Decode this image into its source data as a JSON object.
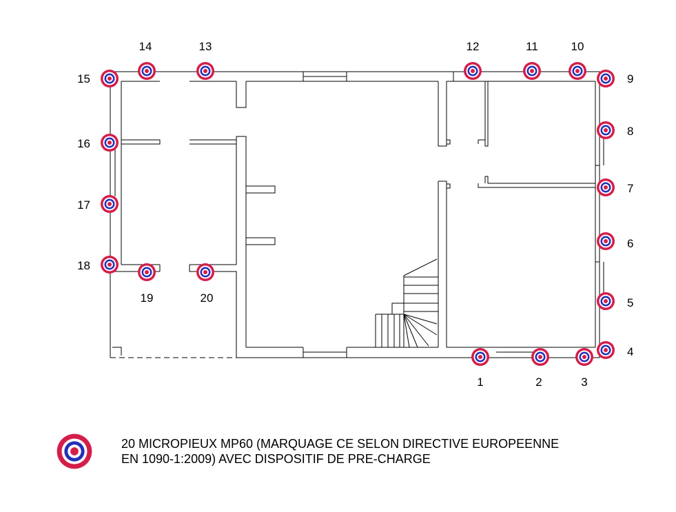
{
  "colors": {
    "outer_ring": "#d41e4a",
    "white_ring": "#ffffff",
    "blue_ring": "#2230b8",
    "center": "#d41e4a",
    "lines": "#000000"
  },
  "piles": [
    {
      "label": "1"
    },
    {
      "label": "2"
    },
    {
      "label": "3"
    },
    {
      "label": "4"
    },
    {
      "label": "5"
    },
    {
      "label": "6"
    },
    {
      "label": "7"
    },
    {
      "label": "8"
    },
    {
      "label": "9"
    },
    {
      "label": "10"
    },
    {
      "label": "11"
    },
    {
      "label": "12"
    },
    {
      "label": "13"
    },
    {
      "label": "14"
    },
    {
      "label": "15"
    },
    {
      "label": "16"
    },
    {
      "label": "17"
    },
    {
      "label": "18"
    },
    {
      "label": "19"
    },
    {
      "label": "20"
    }
  ],
  "legend": {
    "icon": "micropile-target-icon",
    "line1": "20 MICROPIEUX MP60 (MARQUAGE CE SELON DIRECTIVE EUROPEENNE",
    "line2": "EN 1090-1:2009) AVEC DISPOSITIF DE PRE-CHARGE"
  }
}
